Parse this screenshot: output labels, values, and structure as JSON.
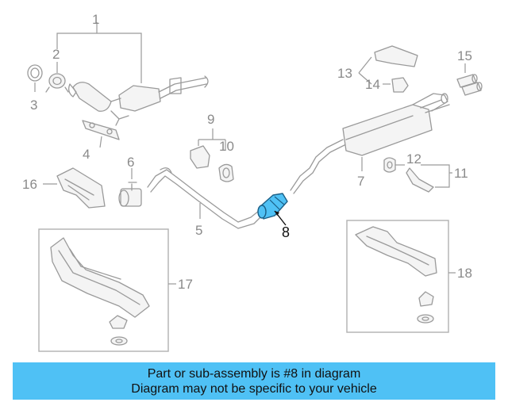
{
  "callouts": {
    "c1": "1",
    "c2": "2",
    "c3": "3",
    "c4": "4",
    "c5": "5",
    "c6": "6",
    "c7": "7",
    "c8": "8",
    "c9": "9",
    "c10": "10",
    "c11": "11",
    "c12": "12",
    "c13": "13",
    "c14": "14",
    "c15": "15",
    "c16": "16",
    "c17": "17",
    "c18": "18"
  },
  "highlight": {
    "part": "8",
    "color": "#4fc1f5"
  },
  "banner": {
    "line1": "Part or sub-assembly is #8 in diagram",
    "line2": "Diagram may not be specific to your vehicle",
    "color": "#4fc1f5"
  }
}
